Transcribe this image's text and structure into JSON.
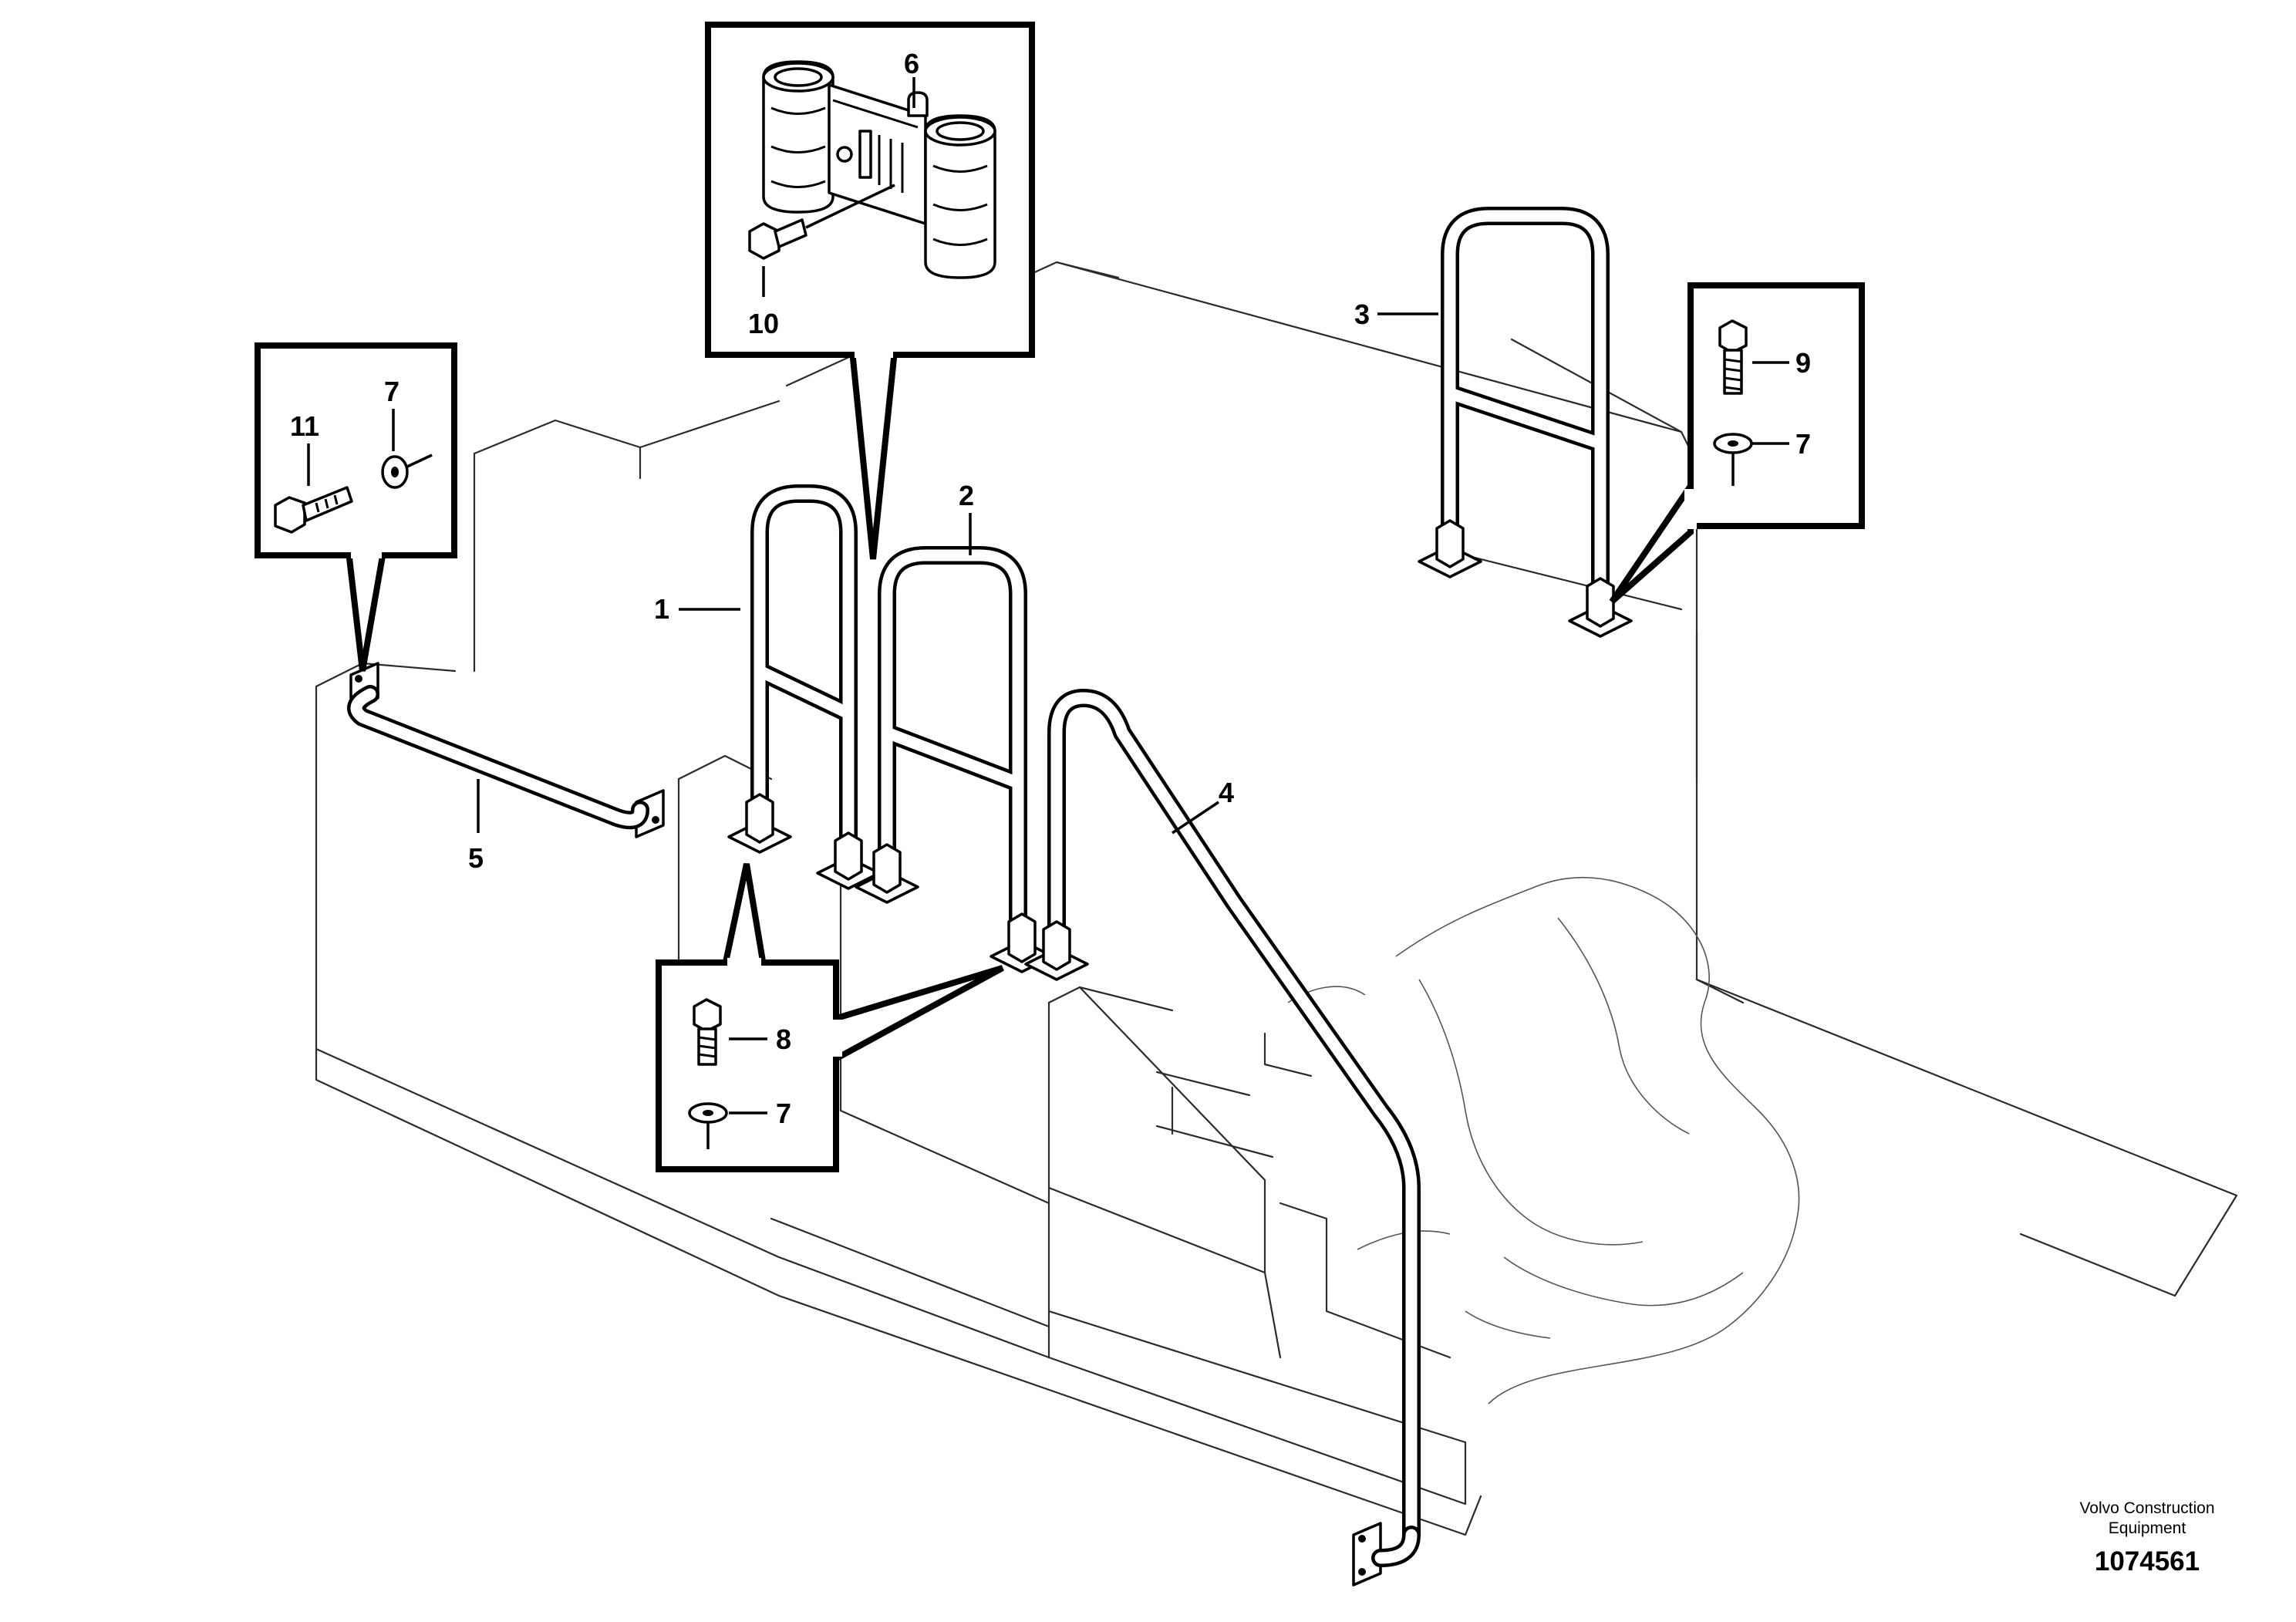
{
  "labels": {
    "p1": "1",
    "p2": "2",
    "p3": "3",
    "p4": "4",
    "p5": "5",
    "p6": "6",
    "p7a": "7",
    "p7b": "7",
    "p7c": "7",
    "p8": "8",
    "p9": "9",
    "p10": "10",
    "p11": "11"
  },
  "footer": {
    "brand_line1": "Volvo Construction",
    "brand_line2": "Equipment",
    "drawing_number": "1074561"
  }
}
